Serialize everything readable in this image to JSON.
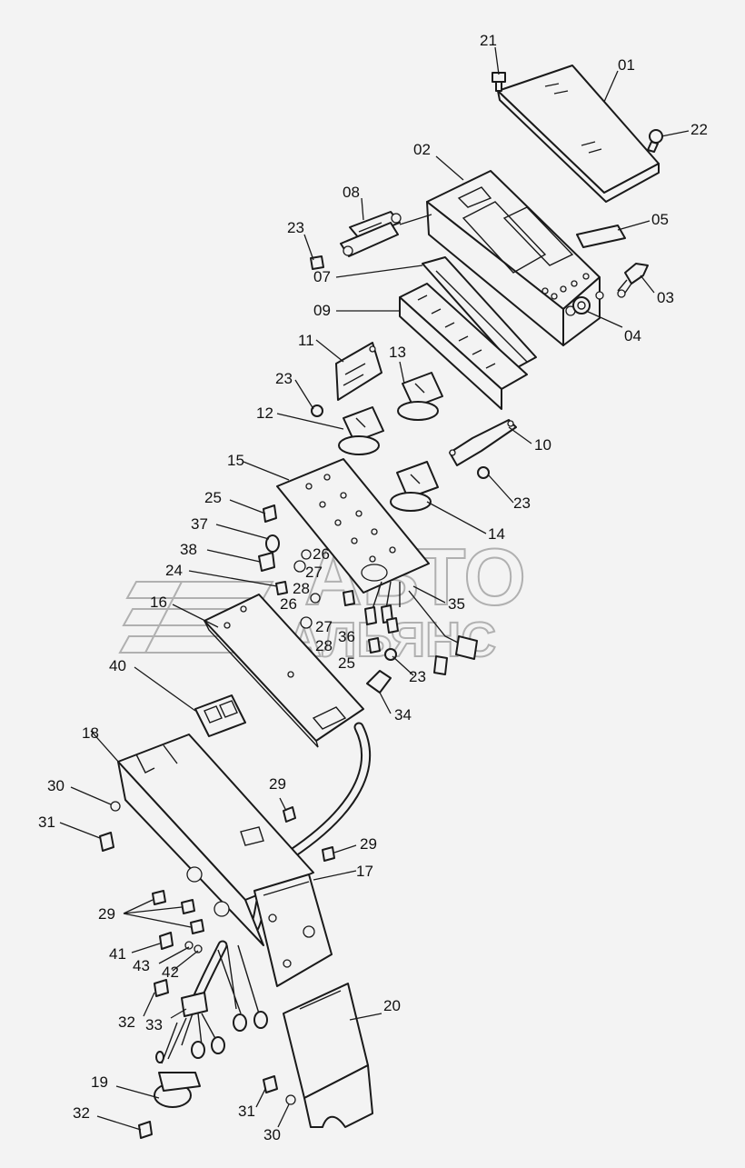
{
  "watermark": {
    "line1": "АВТО",
    "line2": "АЛЬЯНС"
  },
  "labels": {
    "p01": "01",
    "p02": "02",
    "p03": "03",
    "p04": "04",
    "p05": "05",
    "p07": "07",
    "p08": "08",
    "p09": "09",
    "p10": "10",
    "p11": "11",
    "p12": "12",
    "p13": "13",
    "p14": "14",
    "p15": "15",
    "p16": "16",
    "p17": "17",
    "p18": "18",
    "p19": "19",
    "p20": "20",
    "p21": "21",
    "p22": "22",
    "p23a": "23",
    "p23b": "23",
    "p23c": "23",
    "p23d": "23",
    "p24": "24",
    "p25a": "25",
    "p25b": "25",
    "p26a": "26",
    "p26b": "26",
    "p27a": "27",
    "p27b": "27",
    "p28a": "28",
    "p28b": "28",
    "p29a": "29",
    "p29b": "29",
    "p29c": "29",
    "p30a": "30",
    "p30b": "30",
    "p31a": "31",
    "p31b": "31",
    "p32a": "32",
    "p32b": "32",
    "p33": "33",
    "p34": "34",
    "p35": "35",
    "p36": "36",
    "p37": "37",
    "p38": "38",
    "p40": "40",
    "p41": "41",
    "p42": "42",
    "p43": "43"
  }
}
